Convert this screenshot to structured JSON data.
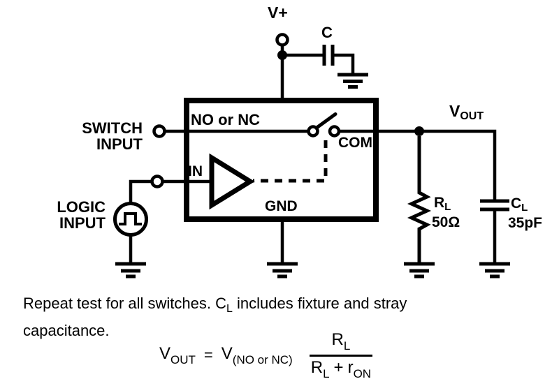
{
  "colors": {
    "ink": "#000000",
    "paper": "#ffffff"
  },
  "schematic": {
    "labels": {
      "v_plus": "V+",
      "bypass_cap": "C",
      "switch_input_line1": "SWITCH",
      "switch_input_line2": "INPUT",
      "logic_input_line1": "LOGIC",
      "logic_input_line2": "INPUT",
      "no_or_nc": "NO or NC",
      "com": "COM",
      "in_pin": "IN",
      "gnd_pin": "GND",
      "vout_base": "V",
      "vout_sub": "OUT",
      "rl_base": "R",
      "rl_sub": "L",
      "rl_value": "50Ω",
      "cl_base": "C",
      "cl_sub": "L",
      "cl_value": "35pF"
    }
  },
  "note": {
    "line1_pre": "Repeat test for all switches. C",
    "line1_sub": "L",
    "line1_post": " includes fixture and stray",
    "line2": "capacitance."
  },
  "formula": {
    "lhs_base": "V",
    "lhs_sub": "OUT",
    "equals": "=",
    "rhs_base": "V",
    "rhs_sub": "(NO or NC)",
    "num_base": "R",
    "num_sub": "L",
    "den_r_base": "R",
    "den_r_sub": "L",
    "den_plus": "+",
    "den_r_on_base": "r",
    "den_r_on_sub": "ON"
  }
}
